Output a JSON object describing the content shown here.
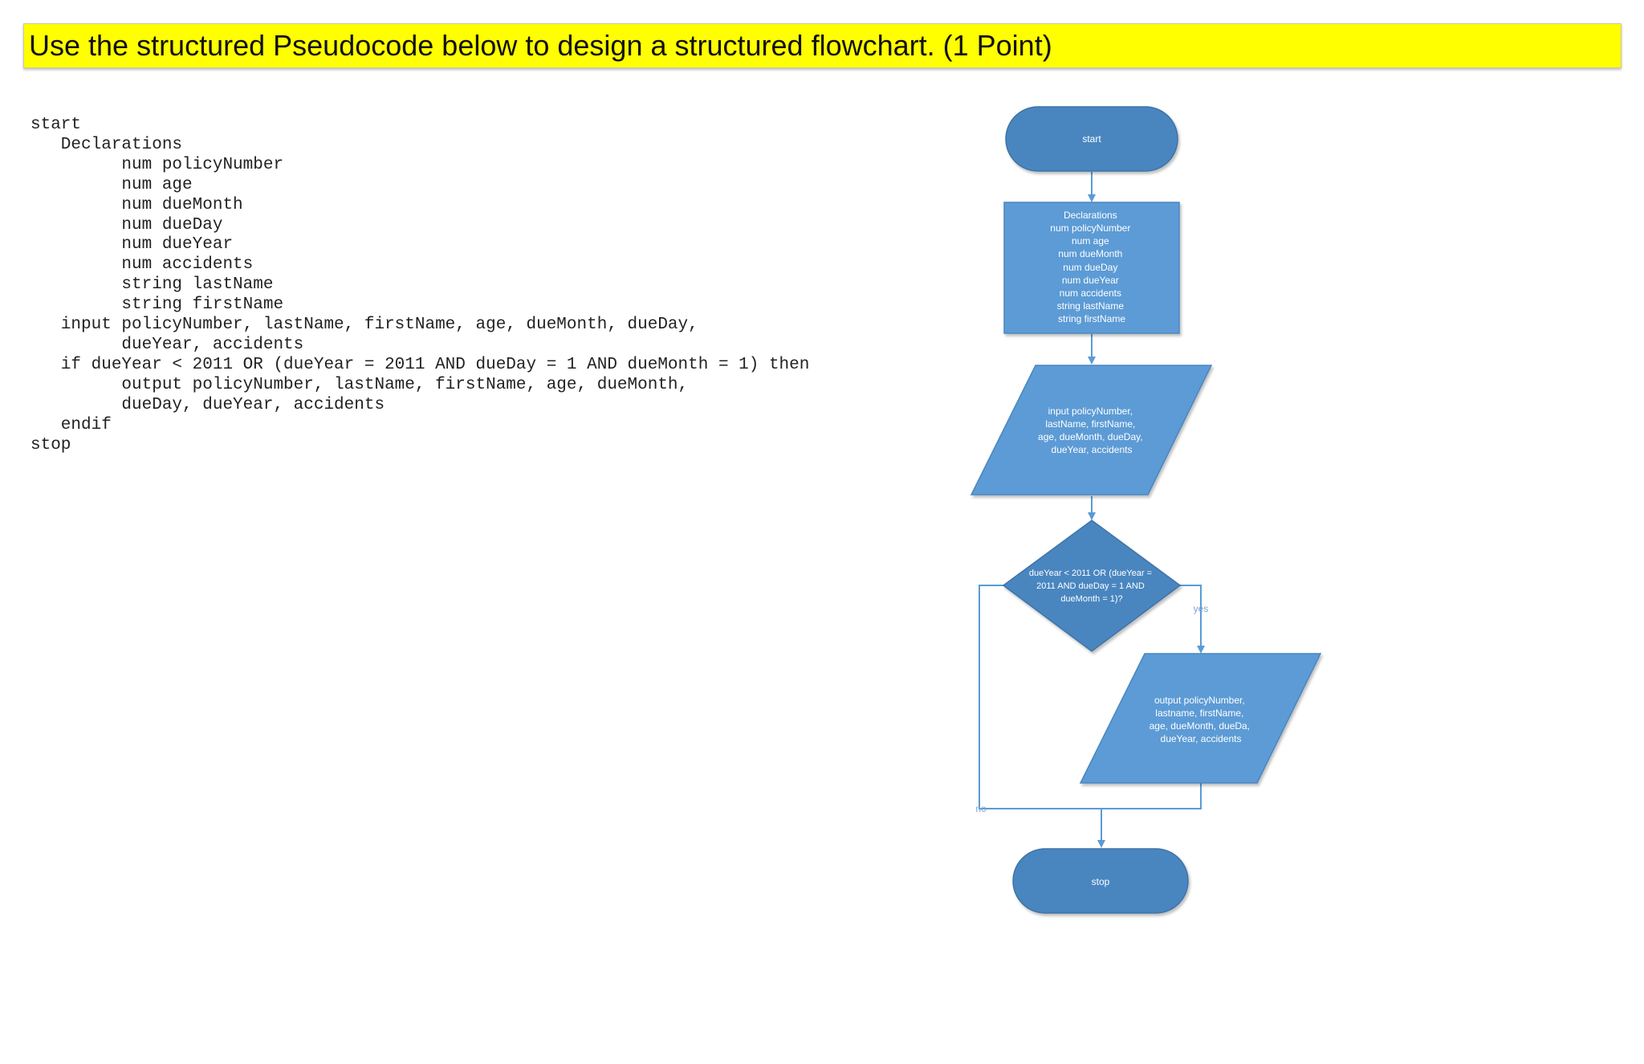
{
  "title": "Use the structured Pseudocode below to design a structured flowchart. (1 Point)",
  "pseudocode": [
    "start",
    "   Declarations",
    "         num policyNumber",
    "         num age",
    "         num dueMonth",
    "         num dueDay",
    "         num dueYear",
    "         num accidents",
    "         string lastName",
    "         string firstName",
    "   input policyNumber, lastName, firstName, age, dueMonth, dueDay,",
    "         dueYear, accidents",
    "   if dueYear < 2011 OR (dueYear = 2011 AND dueDay = 1 AND dueMonth = 1) then",
    "         output policyNumber, lastName, firstName, age, dueMonth,",
    "         dueDay, dueYear, accidents",
    "   endif",
    "stop"
  ],
  "flowchart": {
    "start": "start",
    "declarations": [
      "Declarations",
      "num policyNumber",
      "num age",
      "num dueMonth",
      "num dueDay",
      "num dueYear",
      "num accidents",
      "string lastName",
      "string firstName"
    ],
    "input": [
      "input policyNumber,",
      "lastName, firstName,",
      "age, dueMonth, dueDay,",
      "dueYear, accidents"
    ],
    "decision": [
      "dueYear < 2011 OR (dueYear =",
      "2011 AND dueDay = 1 AND",
      "dueMonth = 1)?"
    ],
    "output": [
      "output policyNumber,",
      "lastname, firstName,",
      "age, dueMonth, dueDa,",
      "dueYear, accidents"
    ],
    "yes_label": "yes",
    "no_label": "no",
    "stop": "stop"
  },
  "colors": {
    "title_bg": "#ffff00",
    "terminal_fill": "#4a86c0",
    "process_fill": "#5b9bd5",
    "connector": "#5b9bd5",
    "label_text": "#7aa6d4"
  }
}
